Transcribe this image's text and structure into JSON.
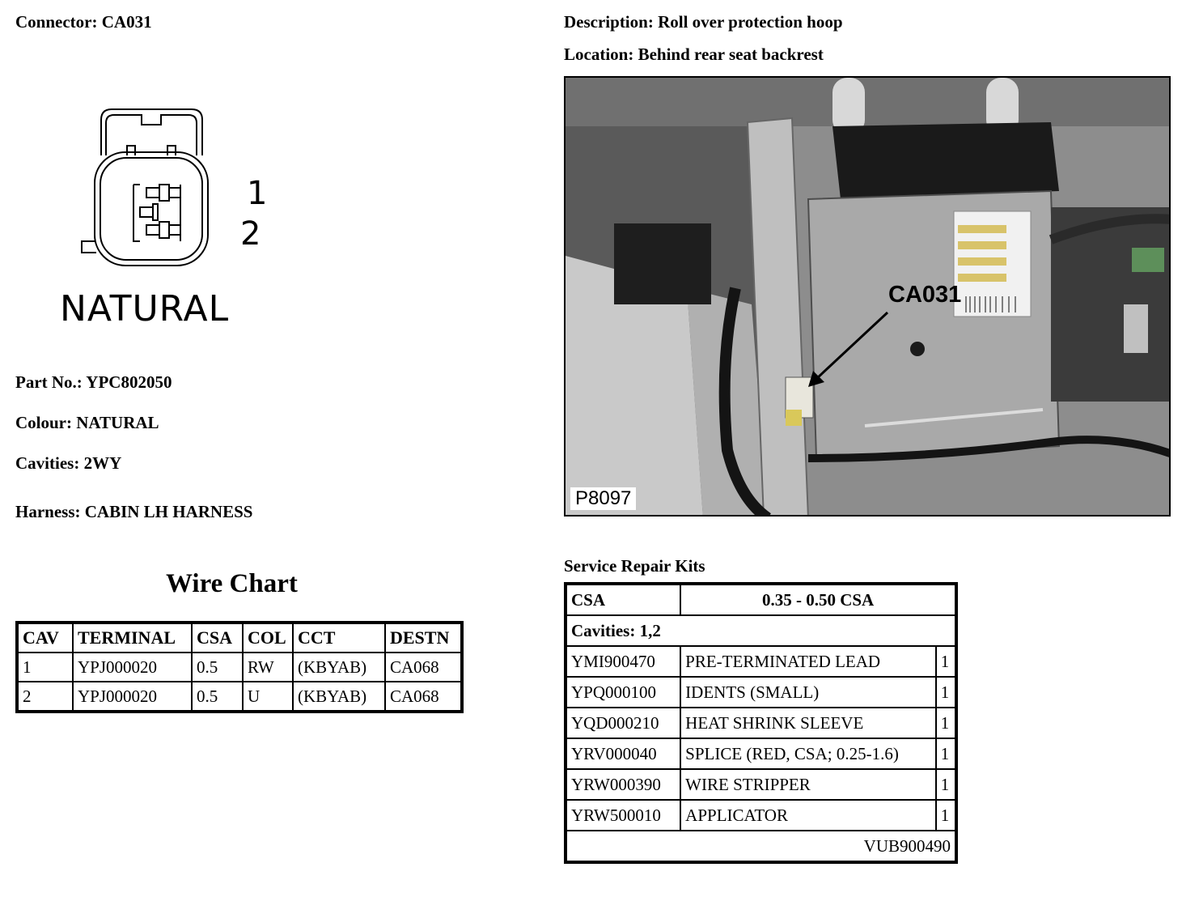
{
  "connector": {
    "label": "Connector:",
    "value": "CA031"
  },
  "description": {
    "label": "Description:",
    "value": "Roll over protection hoop"
  },
  "location": {
    "label": "Location:",
    "value": "Behind rear seat backrest"
  },
  "diagram": {
    "pins": [
      "1",
      "2"
    ],
    "colour_caption": "NATURAL"
  },
  "details": {
    "part_no": {
      "label": "Part No.:",
      "value": "YPC802050"
    },
    "colour": {
      "label": "Colour:",
      "value": "NATURAL"
    },
    "cavities": {
      "label": "Cavities:",
      "value": "2WY"
    },
    "harness": {
      "label": "Harness:",
      "value": "CABIN LH HARNESS"
    }
  },
  "wire_chart": {
    "title": "Wire Chart",
    "headers": [
      "CAV",
      "TERMINAL",
      "CSA",
      "COL",
      "CCT",
      "DESTN"
    ],
    "rows": [
      [
        "1",
        "YPJ000020",
        "0.5",
        "RW",
        "(KBYAB)",
        "CA068"
      ],
      [
        "2",
        "YPJ000020",
        "0.5",
        "U",
        "(KBYAB)",
        "CA068"
      ]
    ]
  },
  "photo": {
    "code": "P8097",
    "callout": "CA031"
  },
  "service_repair_kits": {
    "title": "Service Repair Kits",
    "csa_label": "CSA",
    "csa_value": "0.35 - 0.50 CSA",
    "cavities": "Cavities: 1,2",
    "items": [
      [
        "YMI900470",
        "PRE-TERMINATED LEAD",
        "1"
      ],
      [
        "YPQ000100",
        "IDENTS (SMALL)",
        "1"
      ],
      [
        "YQD000210",
        "HEAT SHRINK SLEEVE",
        "1"
      ],
      [
        "YRV000040",
        "SPLICE (RED, CSA; 0.25-1.6)",
        "1"
      ],
      [
        "YRW000390",
        "WIRE STRIPPER",
        "1"
      ],
      [
        "YRW500010",
        "APPLICATOR",
        "1"
      ]
    ],
    "kit_number": "VUB900490"
  }
}
